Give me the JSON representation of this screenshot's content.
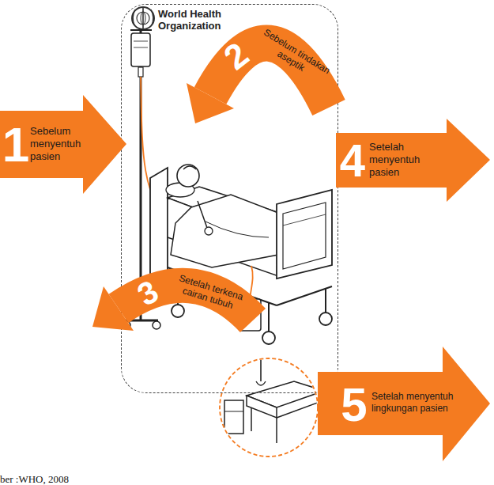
{
  "diagram": {
    "nodes": [
      {
        "text": [
          "World Health Organization"
        ]
      },
      {
        "text": [
          "1",
          "Sebelum menyentuh pasien"
        ]
      },
      {
        "text": [
          "2",
          "Sebelum tindakan aseptik"
        ],
        "in": 0
      },
      {
        "text": [
          "4",
          "Setelah menyentuh pasien"
        ]
      },
      {
        "text": [
          "3",
          "Setelah terkena cairan tubuh"
        ]
      },
      {
        "text": [
          "5",
          "Setelah menyentuh lingkungan pasien"
        ]
      }
    ],
    "labels": [
      "ber :WHO, 2008"
    ]
  }
}
